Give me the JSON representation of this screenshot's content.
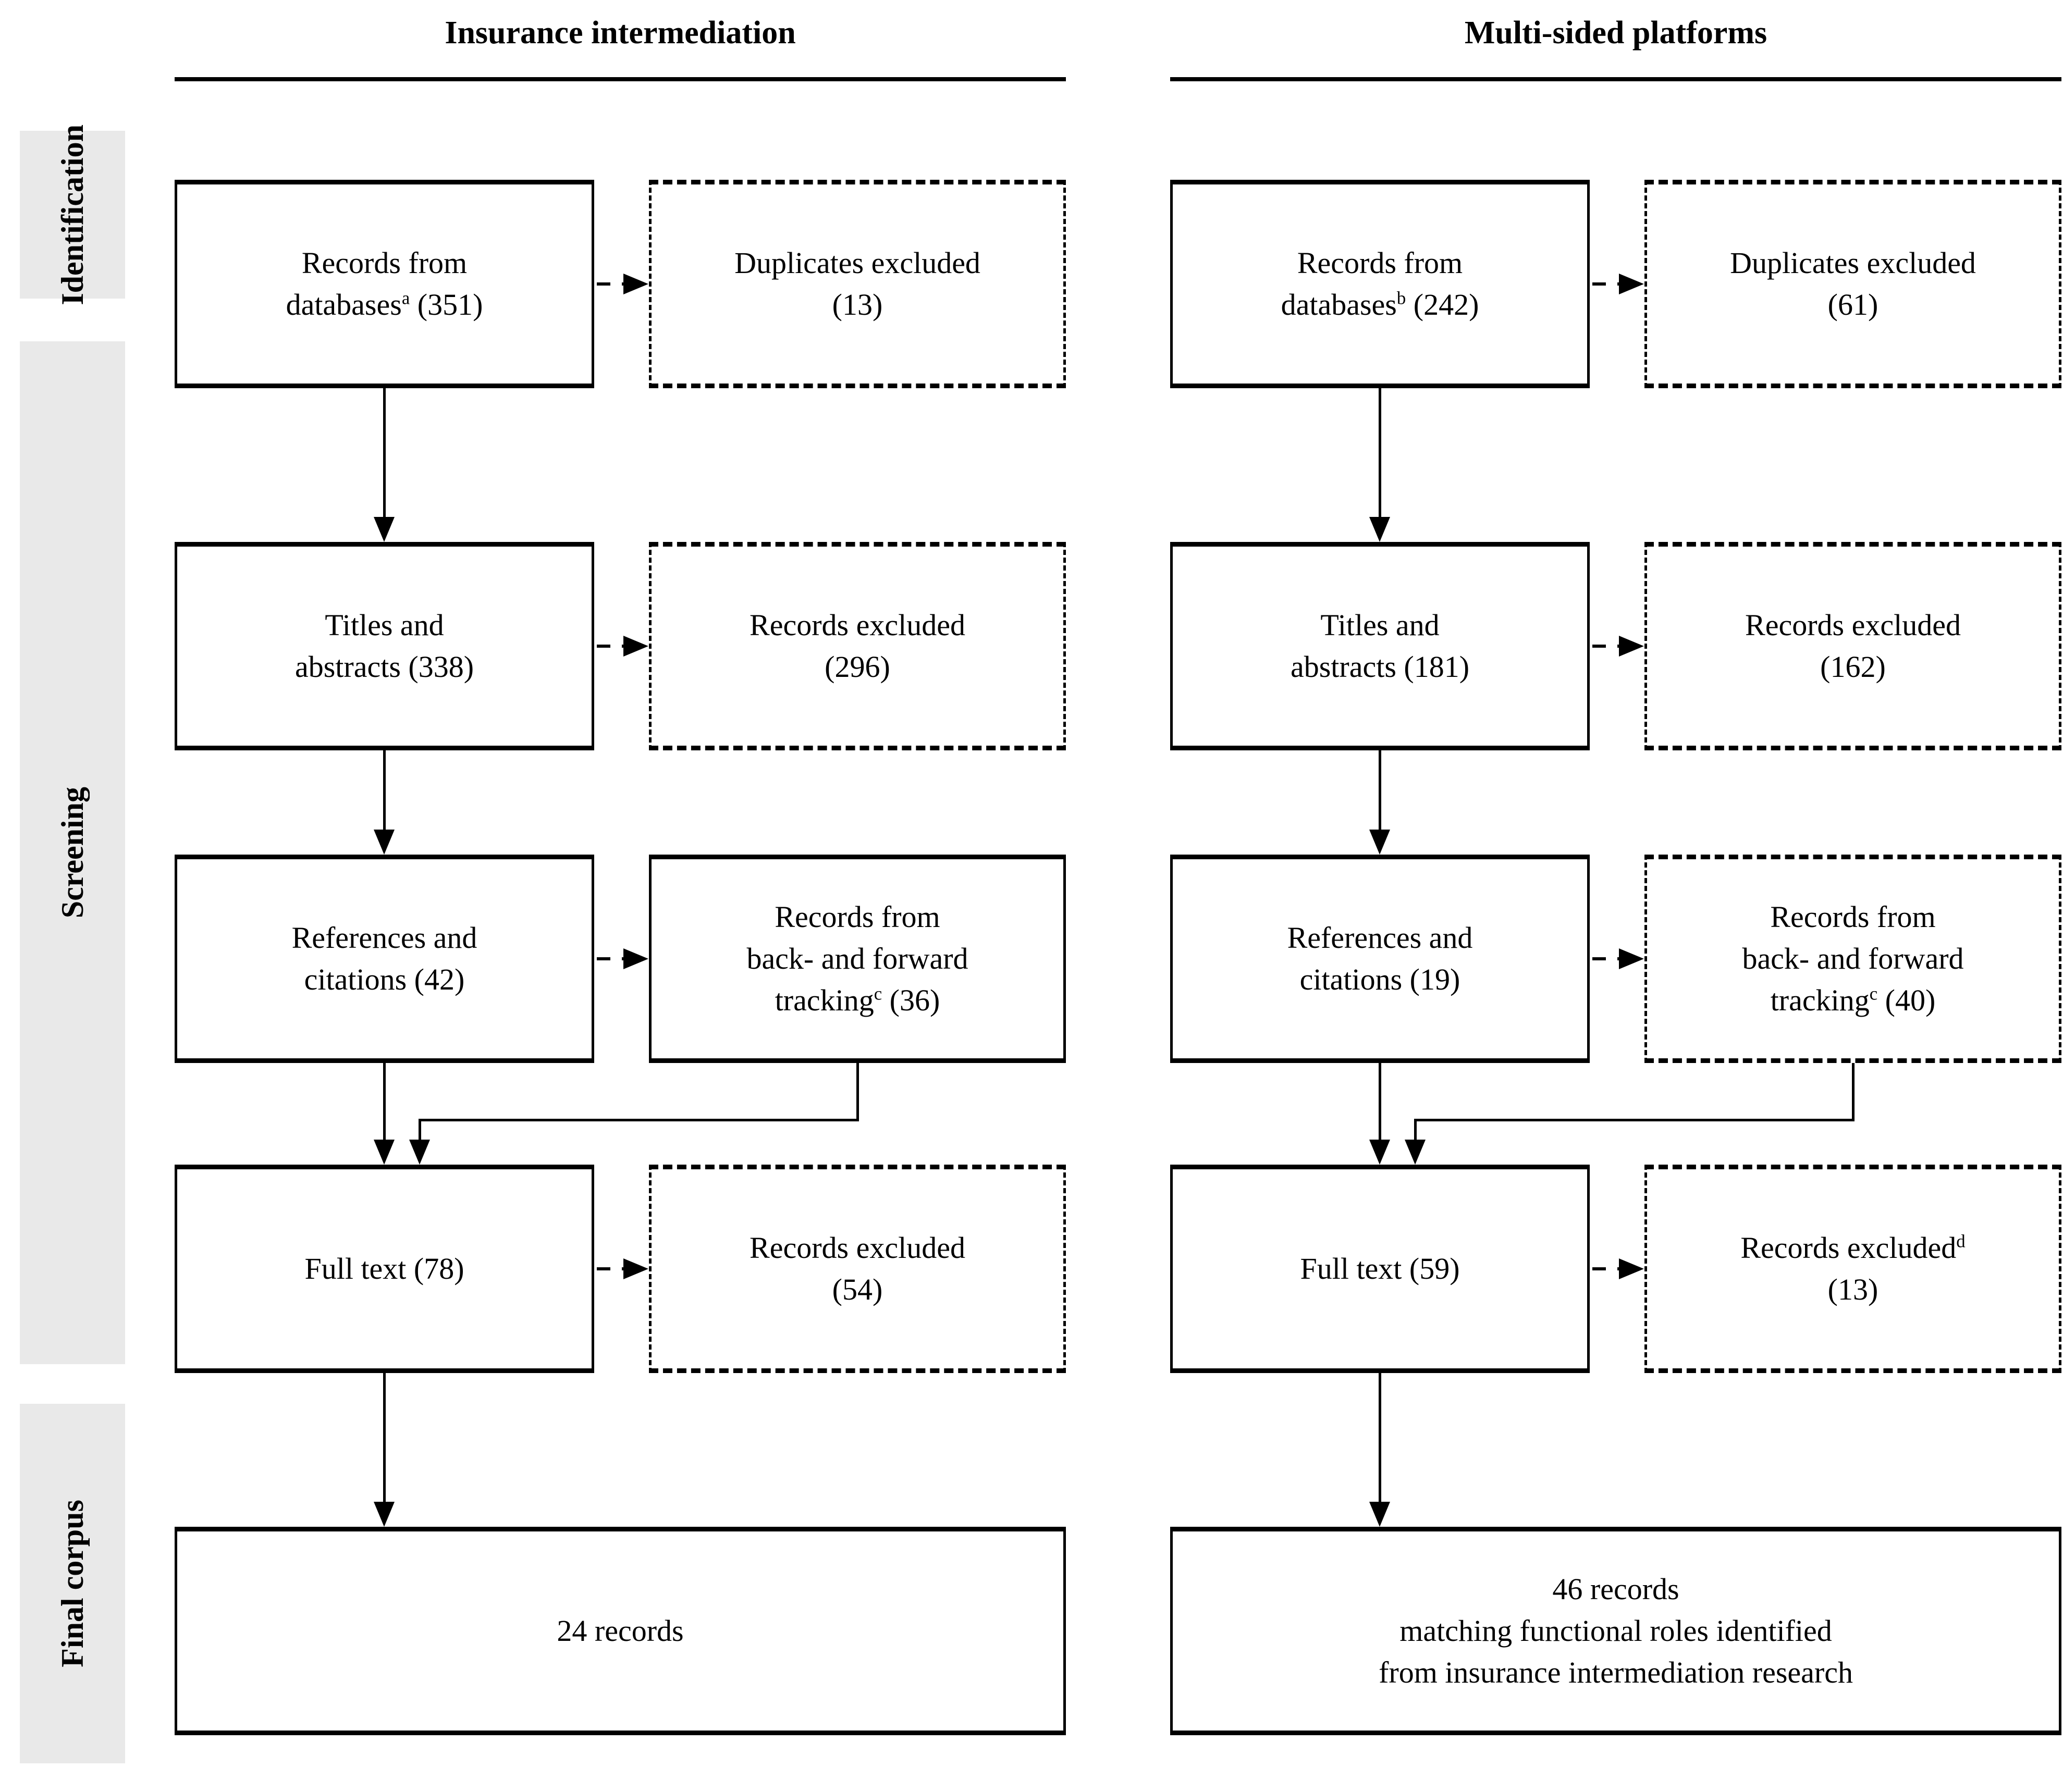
{
  "sidebar": {
    "identification_label": "Identification",
    "screening_label": "Screening",
    "final_corpus_label": "Final corpus"
  },
  "columns": [
    {
      "title": "Insurance intermediation",
      "records_from_databases": {
        "line1": "Records from",
        "word": "databases",
        "sup": "a",
        "count": " (351)"
      },
      "duplicates_excluded": {
        "line1": "Duplicates excluded",
        "line2": "(13)"
      },
      "titles_abstracts": {
        "line1": "Titles and",
        "line2": "abstracts (338)"
      },
      "records_excluded_screening": {
        "line1": "Records excluded",
        "line2": "(296)"
      },
      "references_citations": {
        "line1": "References and",
        "line2": "citations (42)"
      },
      "tracking": {
        "line1": "Records from",
        "line2": "back- and forward",
        "word": "tracking",
        "sup": "c",
        "count": " (36)"
      },
      "full_text": {
        "line1": "Full text (78)"
      },
      "records_excluded_fulltext": {
        "line1": "Records excluded",
        "line2": "(54)"
      },
      "final_box": {
        "line1": "24 records"
      }
    },
    {
      "title": "Multi-sided platforms",
      "records_from_databases": {
        "line1": "Records from",
        "word": "databases",
        "sup": "b",
        "count": " (242)"
      },
      "duplicates_excluded": {
        "line1": "Duplicates excluded",
        "line2": "(61)"
      },
      "titles_abstracts": {
        "line1": "Titles and",
        "line2": "abstracts (181)"
      },
      "records_excluded_screening": {
        "line1": "Records excluded",
        "line2": "(162)"
      },
      "references_citations": {
        "line1": "References and",
        "line2": "citations (19)"
      },
      "tracking": {
        "line1": "Records from",
        "line2": "back- and forward",
        "word": "tracking",
        "sup": "c",
        "count": " (40)"
      },
      "full_text": {
        "line1": "Full text (59)"
      },
      "records_excluded_fulltext": {
        "word": "Records excluded",
        "sup": "d",
        "line2": "(13)"
      },
      "final_box": {
        "line1": "46 records",
        "line2": "matching functional roles identified",
        "line3": "from insurance intermediation research"
      }
    }
  ]
}
